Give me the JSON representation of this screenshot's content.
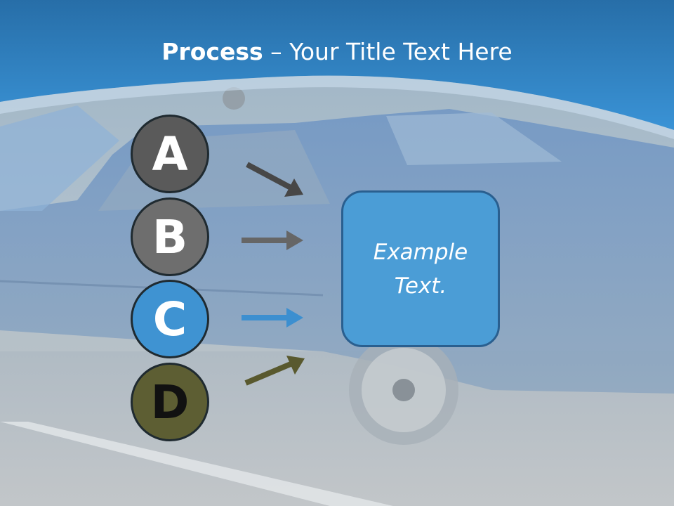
{
  "title": {
    "bold": "Process",
    "rest": " – Your Title Text Here"
  },
  "steps": [
    {
      "letter": "A",
      "fill": "#5a5a5a",
      "text_color": "#ffffff",
      "arrow_color": "#474747"
    },
    {
      "letter": "B",
      "fill": "#6e6e6e",
      "text_color": "#ffffff",
      "arrow_color": "#666666"
    },
    {
      "letter": "C",
      "fill": "#3f93d2",
      "text_color": "#ffffff",
      "arrow_color": "#3c8fd0"
    },
    {
      "letter": "D",
      "fill": "#5d5e33",
      "text_color": "#111111",
      "arrow_color": "#59592e"
    }
  ],
  "box": {
    "text": "Example Text.",
    "fill": "#4b9dd6"
  },
  "colors": {
    "header_blue": "#2f85c6",
    "background_photo": "blue classic car"
  }
}
